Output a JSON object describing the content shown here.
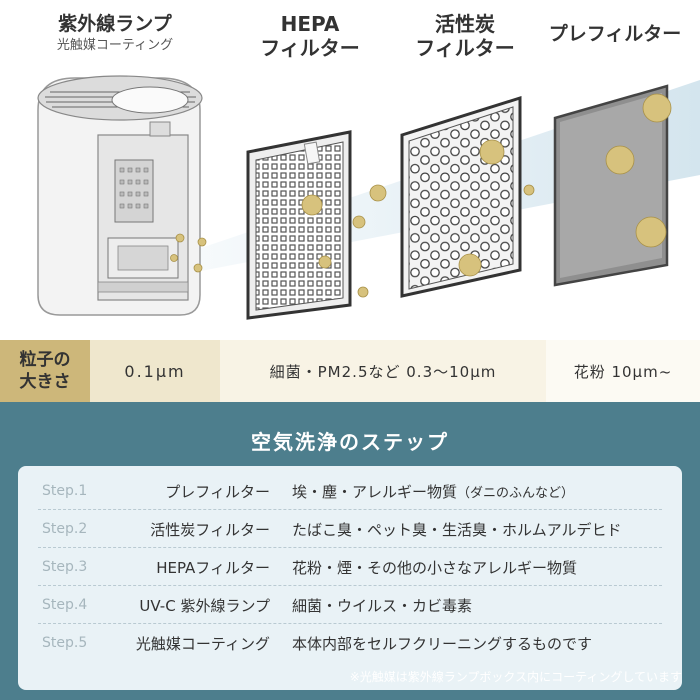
{
  "filters": {
    "uv": {
      "title": "紫外線ランプ",
      "subtitle": "光触媒コーティング"
    },
    "hepa": {
      "line1": "HEPA",
      "line2": "フィルター"
    },
    "carbon": {
      "line1": "活性炭",
      "line2": "フィルター"
    },
    "pre": {
      "title": "プレフィルター"
    }
  },
  "particle_size": {
    "header_line1": "粒子の",
    "header_line2": "大きさ",
    "uv": "0.1μm",
    "hepa": "細菌・PM2.5など 0.3～10μm",
    "pre": "花粉 10μm~"
  },
  "steps": {
    "title": "空気洗浄のステップ",
    "items": [
      {
        "num": "Step.1",
        "name": "プレフィルター",
        "desc": "埃・塵・アレルギー物質",
        "note": "（ダニのふんなど）"
      },
      {
        "num": "Step.2",
        "name": "活性炭フィルター",
        "desc": "たばこ臭・ペット臭・生活臭・ホルムアルデヒド",
        "note": ""
      },
      {
        "num": "Step.3",
        "name": "HEPAフィルター",
        "desc": "花粉・煙・その他の小さなアレルギー物質",
        "note": ""
      },
      {
        "num": "Step.4",
        "name": "UV-C 紫外線ランプ",
        "desc": "細菌・ウイルス・カビ毒素",
        "note": ""
      },
      {
        "num": "Step.5",
        "name": "光触媒コーティング",
        "desc": "本体内部をセルフクリーニングするものです",
        "note": ""
      }
    ],
    "footnote": "※光触媒は紫外線ランプボックス内にコーティングしています"
  },
  "colors": {
    "gold_particle": "#d7c27d",
    "size_header": "#cdb77a",
    "steps_bg": "#4d7e8d",
    "card_bg": "#e9f2f6"
  }
}
